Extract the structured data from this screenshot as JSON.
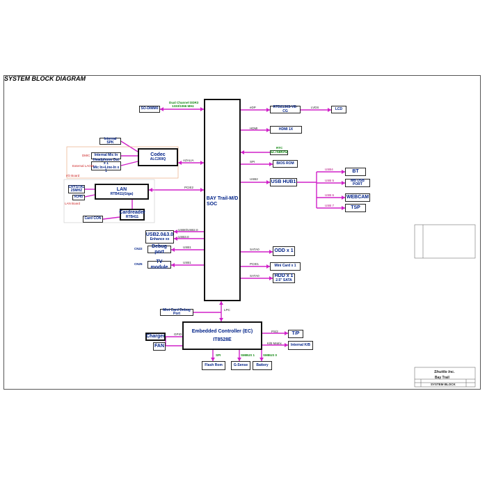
{
  "title": "SYSTEM BLOCK DIAGRAM",
  "soc": {
    "line1": "BAY Trail-M/D",
    "line2": "SOC"
  },
  "memory": {
    "label": "SO-DIMM0",
    "bus_line1": "Dual Channel DDR3",
    "bus_line2": "1333/1066 MHz"
  },
  "display": {
    "edp": "eDP",
    "bridge": "RTD2136S-VE-CG",
    "lvds": "LVDS",
    "lcd": "LCD",
    "hdmi_bus": "HDMI",
    "hdmi": "HDMI 1X"
  },
  "rtc": {
    "label": "RTC",
    "crystal": "32.768KHZ"
  },
  "bios": {
    "bus": "SPI",
    "label": "BIOS ROM"
  },
  "usb_hub": {
    "bus": "USB2",
    "label": "USB HUB1"
  },
  "usb_devices": [
    {
      "bus": "USB4",
      "label": "BT"
    },
    {
      "bus": "USB 5",
      "label": "MB USB PORT"
    },
    {
      "bus": "USB 6",
      "label": "WEBCAM"
    },
    {
      "bus": "USB 7",
      "label": "TSP"
    }
  ],
  "codec": {
    "label": "Codec",
    "part": "ALC269Q",
    "bus": "AZALIA",
    "spk": "Internal SPK",
    "mic": "Internal Mic In",
    "hp_line1": "Headphone Out x 1",
    "hp_line2": "Mic In+Line-In x 1",
    "dmic": "DMIC",
    "ext": "External LAOM"
  },
  "board_io": "I/O Board",
  "board_lan": "LAN Board",
  "lan": {
    "label": "LAN",
    "part": "RTB411(Giga)",
    "crystal_line1": "CRYSTAL",
    "crystal_line2": "25MHZ",
    "rj45": "RJ45",
    "bus": "PCIE2"
  },
  "cardreader": {
    "label": "Cardreader",
    "part": "RTB411",
    "card": "Card CON"
  },
  "usb_ports": {
    "label": "USB2.0&3.0",
    "sub": "Enhance xx",
    "bus1": "USB0/USB2.0",
    "bus2": "USB3.0"
  },
  "debug_port": {
    "id": "CN22",
    "label": "Debug port",
    "bus": "USB1"
  },
  "tv_module": {
    "id": "CN25",
    "label": "TV module",
    "bus": "USB1"
  },
  "odd": {
    "bus": "SATA0",
    "label": "ODD x 1"
  },
  "mini_card": {
    "bus": "PCIE1",
    "label": "Mini Card x 1"
  },
  "hdd": {
    "bus": "SATA0",
    "label": "HDD x 1",
    "sub": "2.5\" SATA"
  },
  "lpc": "LPC",
  "mini_debug": "Mini Card Debug Port",
  "ec": {
    "label": "Embedded Controller (EC)",
    "part": "IT8528E"
  },
  "charger": {
    "label": "Charger",
    "bus": "GPIO"
  },
  "fan": {
    "label": "FAN"
  },
  "tp": {
    "bus": "PS/2",
    "label": "T/P"
  },
  "kb": {
    "bus": "K/B Matrix",
    "label": "Internal K/B"
  },
  "flash": {
    "bus": "SPI",
    "label": "Flash Rom"
  },
  "gsense": {
    "bus": "SMBUS 1",
    "label": "G-Sense"
  },
  "battery": {
    "bus": "SMBUS 0",
    "label": "Battery"
  },
  "titleblock": {
    "company": "Shuttle Inc.",
    "project": "Bay Trail",
    "sheet_title": "SYSTEM BLOCK"
  },
  "colors": {
    "bus": "#d020c8",
    "block_text": "#002288",
    "bus_label": "#118811"
  }
}
